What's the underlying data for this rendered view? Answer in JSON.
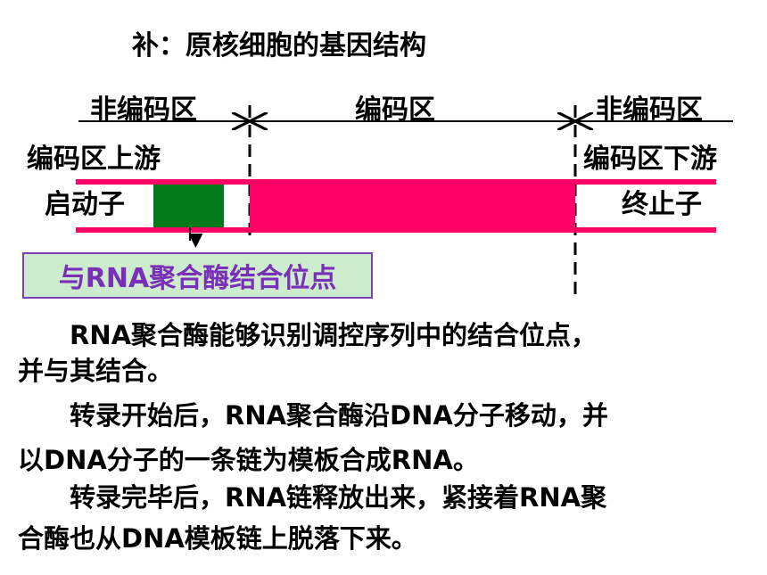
{
  "title": "补：原核细胞的基因结构",
  "regions": {
    "noncoding_left": "非编码区",
    "coding": "编码区",
    "noncoding_right": "非编码区"
  },
  "labels": {
    "upstream": "编码区上游",
    "downstream": "编码区下游",
    "promoter": "启动子",
    "terminator": "终止子"
  },
  "binding_site": "与RNA聚合酶结合位点",
  "colors": {
    "dna_strand": "#ff0066",
    "promoter_block": "#007a1a",
    "binding_box_bg": "#cdeccd",
    "binding_text": "#7a2fb8"
  },
  "paragraphs": [
    {
      "line1": "　　RNA聚合酶能够识别调控序列中的结合位点，",
      "line2": "并与其结合。"
    },
    {
      "line1": "　　转录开始后，RNA聚合酶沿DNA分子移动，并",
      "line2": "以DNA分子的一条链为模板合成RNA。"
    },
    {
      "line1": "　　转录完毕后，RNA链释放出来，紧接着RNA聚",
      "line2": "合酶也从DNA模板链上脱落下来。"
    }
  ]
}
